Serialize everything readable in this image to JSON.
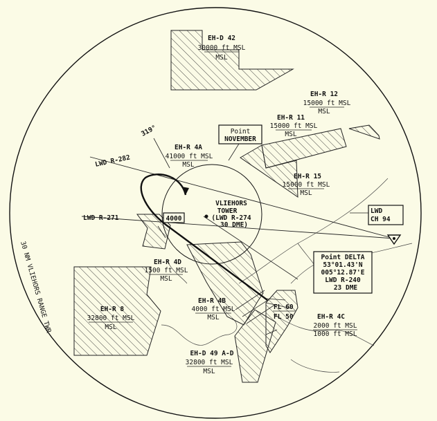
{
  "map": {
    "range_circle_label": "30 NM VLIEHORS RANGE TWR",
    "areas": [
      {
        "id": "eh-d-42",
        "name": "EH-D 42",
        "upper": "30000 ft MSL",
        "lower": "MSL"
      },
      {
        "id": "eh-r-12",
        "name": "EH-R 12",
        "upper": "15000 ft MSL",
        "lower": "MSL"
      },
      {
        "id": "eh-r-11",
        "name": "EH-R 11",
        "upper": "15000 ft MSL",
        "lower": "MSL"
      },
      {
        "id": "eh-r-15",
        "name": "EH-R 15",
        "upper": "15000 ft MSL",
        "lower": "MSL"
      },
      {
        "id": "eh-r-4a",
        "name": "EH-R 4A",
        "upper": "41000 ft MSL",
        "lower": "MSL"
      },
      {
        "id": "eh-r-4d",
        "name": "EH-R 4D",
        "upper": "1500 ft MSL",
        "lower": "MSL"
      },
      {
        "id": "eh-r-4b",
        "name": "EH-R 4B",
        "upper": "4000 ft MSL",
        "lower": "MSL"
      },
      {
        "id": "eh-r-8",
        "name": "EH-R 8",
        "upper": "32800 ft MSL",
        "lower": "MSL"
      },
      {
        "id": "eh-d-49",
        "name": "EH-D 49 A-D",
        "upper": "32800 ft MSL",
        "lower": "MSL"
      },
      {
        "id": "eh-r-4c",
        "name": "EH-R 4C",
        "upper": "2000 ft MSL",
        "lower": "1000 ft MSL"
      }
    ],
    "radials": {
      "r282": "LWD R-282",
      "r271": "LWD R-271"
    },
    "heading_label": "319°",
    "altitude_4000": "4000",
    "point_november": {
      "line1": "Point",
      "line2": "NOVEMBER"
    },
    "tower": {
      "line1": "VLIEHORS",
      "line2": "TOWER",
      "line3": "(LWD R-274",
      "line4": "30 DME)"
    },
    "point_delta": {
      "line1": "Point DELTA",
      "line2": "53°01.43'N",
      "line3": "005°12.87'E",
      "line4": "LWD R-240",
      "line5": "23 DME"
    },
    "fl_labels": {
      "upper": "FL 60",
      "lower": "FL 50"
    },
    "navaid": {
      "ident": "LWD",
      "channel": "CH 94"
    }
  }
}
